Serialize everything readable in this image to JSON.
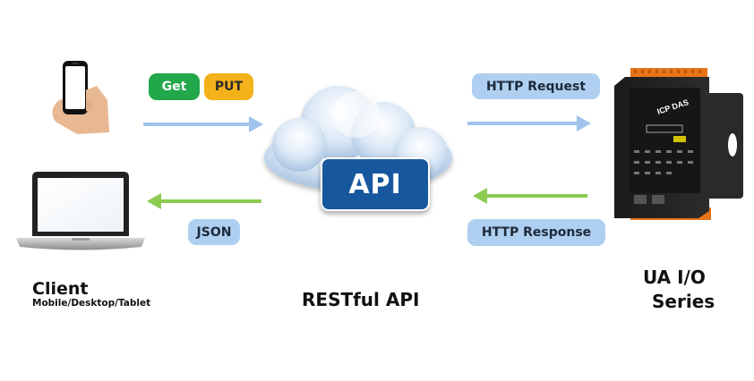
{
  "colors": {
    "blue_arrow": "#9fc3ea",
    "green_arrow": "#8ccc52",
    "get_pill": "#22a84a",
    "put_pill": "#f3b21a",
    "info_pill": "#aecff0",
    "api_box": "#17579e"
  },
  "client": {
    "title": "Client",
    "subtitle": "Mobile/Desktop/Tablet"
  },
  "methods": {
    "get": "Get",
    "put": "PUT"
  },
  "json_label": "JSON",
  "api": {
    "box_label": "API",
    "caption": "RESTful API"
  },
  "http": {
    "request": "HTTP Request",
    "response": "HTTP Response"
  },
  "device": {
    "brand": "ICP DAS",
    "caption_line1": "UA I/O",
    "caption_line2": "Series"
  }
}
